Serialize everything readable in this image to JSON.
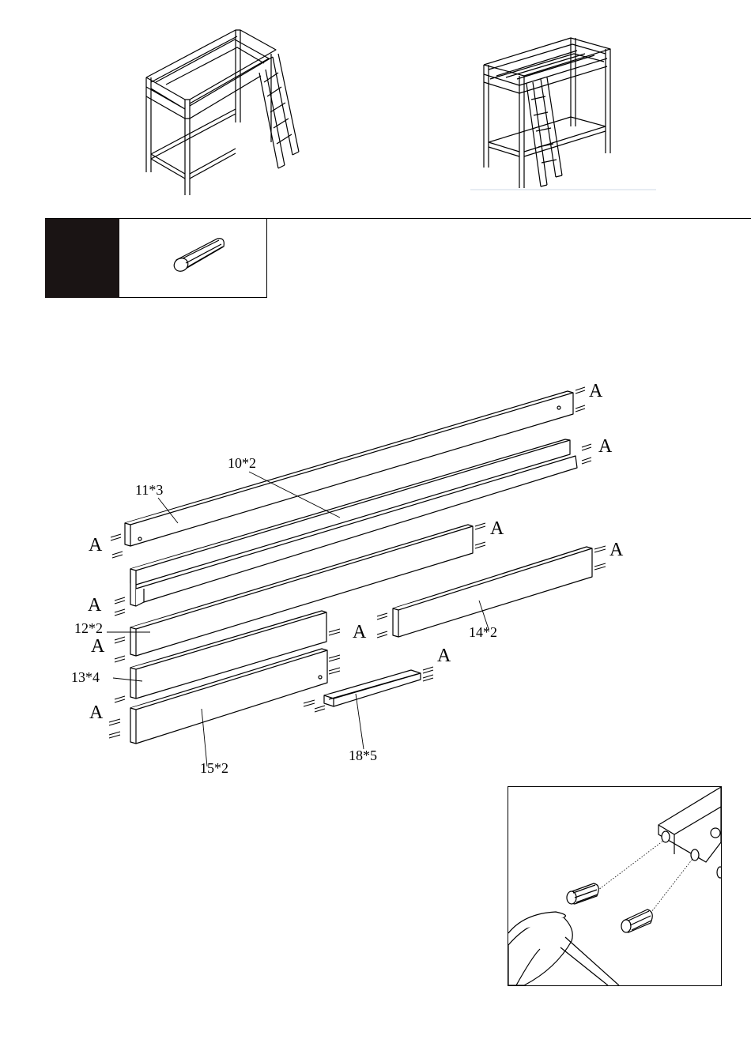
{
  "parts": [
    {
      "id": "p11",
      "label": "11*3"
    },
    {
      "id": "p10",
      "label": "10*2"
    },
    {
      "id": "p12",
      "label": "12*2"
    },
    {
      "id": "p13",
      "label": "13*4"
    },
    {
      "id": "p14",
      "label": "14*2"
    },
    {
      "id": "p15",
      "label": "15*2"
    },
    {
      "id": "p18",
      "label": "18*5"
    }
  ],
  "hardware_letter": "A"
}
